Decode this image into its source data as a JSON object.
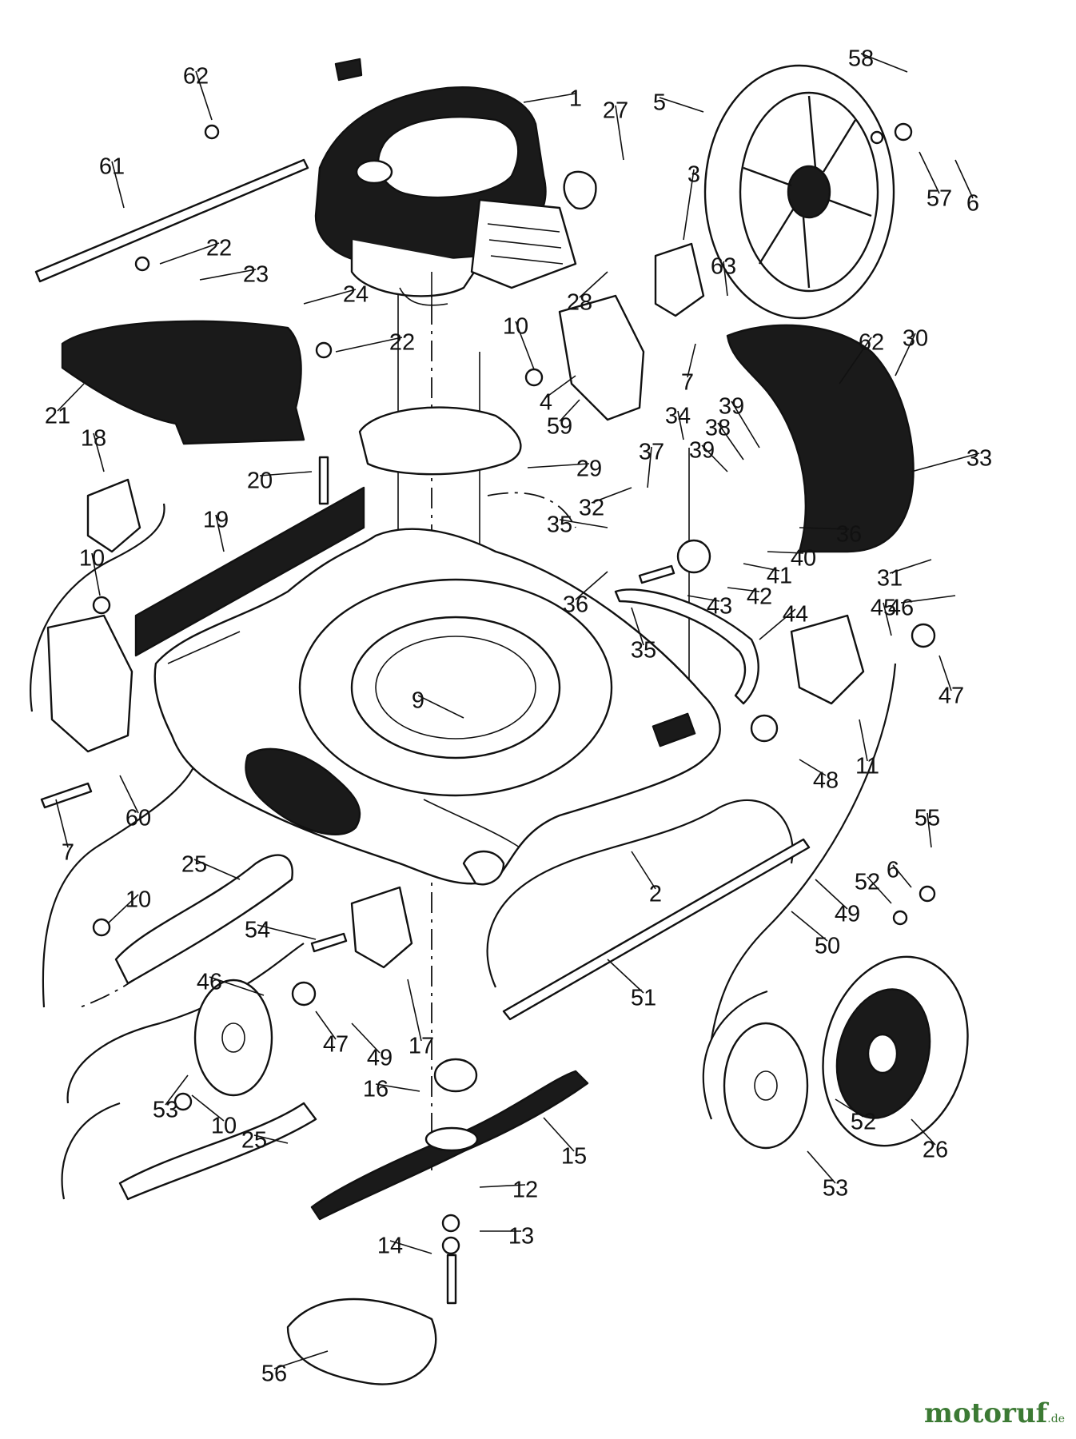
{
  "watermark": {
    "text": "motoruf",
    "suffix": ".de"
  },
  "callouts": [
    {
      "id": "c1",
      "label": "1"
    },
    {
      "id": "c2",
      "label": "2"
    },
    {
      "id": "c3",
      "label": "3"
    },
    {
      "id": "c4",
      "label": "4"
    },
    {
      "id": "c5",
      "label": "5"
    },
    {
      "id": "c6a",
      "label": "6"
    },
    {
      "id": "c6b",
      "label": "6"
    },
    {
      "id": "c7a",
      "label": "7"
    },
    {
      "id": "c7b",
      "label": "7"
    },
    {
      "id": "c9",
      "label": "9"
    },
    {
      "id": "c10a",
      "label": "10"
    },
    {
      "id": "c10b",
      "label": "10"
    },
    {
      "id": "c10c",
      "label": "10"
    },
    {
      "id": "c10d",
      "label": "10"
    },
    {
      "id": "c11",
      "label": "11"
    },
    {
      "id": "c12",
      "label": "12"
    },
    {
      "id": "c13",
      "label": "13"
    },
    {
      "id": "c14",
      "label": "14"
    },
    {
      "id": "c15",
      "label": "15"
    },
    {
      "id": "c16",
      "label": "16"
    },
    {
      "id": "c17",
      "label": "17"
    },
    {
      "id": "c18",
      "label": "18"
    },
    {
      "id": "c19",
      "label": "19"
    },
    {
      "id": "c20",
      "label": "20"
    },
    {
      "id": "c21",
      "label": "21"
    },
    {
      "id": "c22a",
      "label": "22"
    },
    {
      "id": "c22b",
      "label": "22"
    },
    {
      "id": "c23",
      "label": "23"
    },
    {
      "id": "c24",
      "label": "24"
    },
    {
      "id": "c25a",
      "label": "25"
    },
    {
      "id": "c25b",
      "label": "25"
    },
    {
      "id": "c26",
      "label": "26"
    },
    {
      "id": "c27",
      "label": "27"
    },
    {
      "id": "c28",
      "label": "28"
    },
    {
      "id": "c29",
      "label": "29"
    },
    {
      "id": "c30",
      "label": "30"
    },
    {
      "id": "c31",
      "label": "31"
    },
    {
      "id": "c32",
      "label": "32"
    },
    {
      "id": "c33",
      "label": "33"
    },
    {
      "id": "c34",
      "label": "34"
    },
    {
      "id": "c35a",
      "label": "35"
    },
    {
      "id": "c35b",
      "label": "35"
    },
    {
      "id": "c36a",
      "label": "36"
    },
    {
      "id": "c36b",
      "label": "36"
    },
    {
      "id": "c37",
      "label": "37"
    },
    {
      "id": "c38",
      "label": "38"
    },
    {
      "id": "c39a",
      "label": "39"
    },
    {
      "id": "c39b",
      "label": "39"
    },
    {
      "id": "c40",
      "label": "40"
    },
    {
      "id": "c41",
      "label": "41"
    },
    {
      "id": "c42",
      "label": "42"
    },
    {
      "id": "c43",
      "label": "43"
    },
    {
      "id": "c44",
      "label": "44"
    },
    {
      "id": "c45",
      "label": "45"
    },
    {
      "id": "c46a",
      "label": "46"
    },
    {
      "id": "c46b",
      "label": "46"
    },
    {
      "id": "c47a",
      "label": "47"
    },
    {
      "id": "c47b",
      "label": "47"
    },
    {
      "id": "c48",
      "label": "48"
    },
    {
      "id": "c49a",
      "label": "49"
    },
    {
      "id": "c49b",
      "label": "49"
    },
    {
      "id": "c50",
      "label": "50"
    },
    {
      "id": "c51",
      "label": "51"
    },
    {
      "id": "c52a",
      "label": "52"
    },
    {
      "id": "c52b",
      "label": "52"
    },
    {
      "id": "c53a",
      "label": "53"
    },
    {
      "id": "c53b",
      "label": "53"
    },
    {
      "id": "c54",
      "label": "54"
    },
    {
      "id": "c55",
      "label": "55"
    },
    {
      "id": "c56",
      "label": "56"
    },
    {
      "id": "c57",
      "label": "57"
    },
    {
      "id": "c58",
      "label": "58"
    },
    {
      "id": "c59",
      "label": "59"
    },
    {
      "id": "c60",
      "label": "60"
    },
    {
      "id": "c61",
      "label": "61"
    },
    {
      "id": "c62a",
      "label": "62"
    },
    {
      "id": "c62b",
      "label": "62"
    },
    {
      "id": "c63",
      "label": "63"
    }
  ]
}
